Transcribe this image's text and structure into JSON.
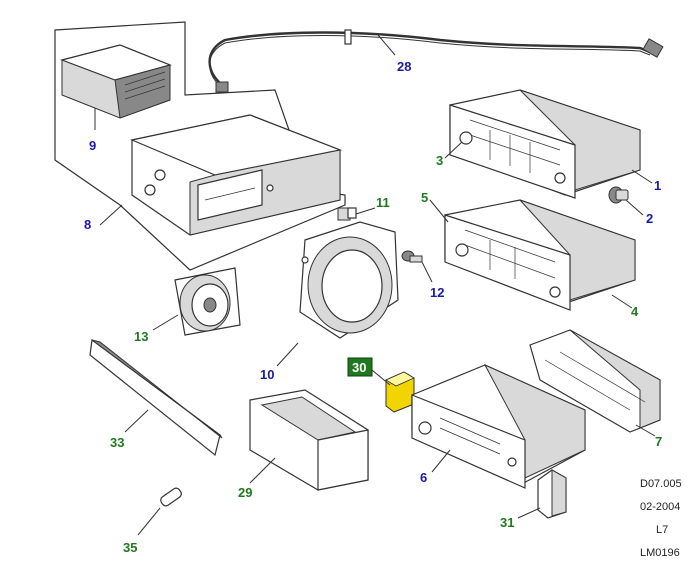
{
  "colors": {
    "label_blue": "#1a1aa6",
    "label_green": "#1f7a1f",
    "highlight_fill": "#1f7a1f",
    "selected_part": "#f2d400",
    "line": "#333333"
  },
  "callouts": [
    {
      "id": "1",
      "text": "1",
      "color": "blue"
    },
    {
      "id": "2",
      "text": "2",
      "color": "blue"
    },
    {
      "id": "3",
      "text": "3",
      "color": "green"
    },
    {
      "id": "4",
      "text": "4",
      "color": "green"
    },
    {
      "id": "5",
      "text": "5",
      "color": "green"
    },
    {
      "id": "6",
      "text": "6",
      "color": "blue"
    },
    {
      "id": "7",
      "text": "7",
      "color": "green"
    },
    {
      "id": "8",
      "text": "8",
      "color": "blue"
    },
    {
      "id": "9",
      "text": "9",
      "color": "blue"
    },
    {
      "id": "10",
      "text": "10",
      "color": "blue"
    },
    {
      "id": "11",
      "text": "11",
      "color": "green"
    },
    {
      "id": "12",
      "text": "12",
      "color": "blue"
    },
    {
      "id": "13",
      "text": "13",
      "color": "green"
    },
    {
      "id": "28",
      "text": "28",
      "color": "blue"
    },
    {
      "id": "29",
      "text": "29",
      "color": "green"
    },
    {
      "id": "30",
      "text": "30",
      "color": "highlight"
    },
    {
      "id": "31",
      "text": "31",
      "color": "green"
    },
    {
      "id": "33",
      "text": "33",
      "color": "green"
    },
    {
      "id": "35",
      "text": "35",
      "color": "green"
    }
  ],
  "reference": {
    "code": "D07.005",
    "date": "02-2004",
    "section": "L7",
    "illustration": "LM0196"
  }
}
